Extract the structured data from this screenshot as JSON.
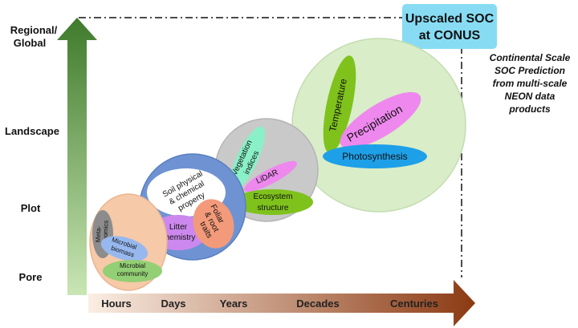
{
  "y_axis": {
    "levels": [
      "Regional/",
      "Global",
      "Landscape",
      "Plot",
      "Pore"
    ]
  },
  "x_axis": {
    "levels": [
      "Hours",
      "Days",
      "Years",
      "Decades",
      "Centuries"
    ]
  },
  "upscaled_box": [
    "Upscaled SOC",
    "at CONUS"
  ],
  "side_note": [
    "Continental Scale",
    "SOC Prediction",
    "from multi-scale",
    "NEON data",
    "products"
  ],
  "clusters": {
    "pore": {
      "items": [
        {
          "lines": [
            "Meta-",
            "genomics"
          ]
        },
        {
          "lines": [
            "Microbial",
            "biomass"
          ]
        },
        {
          "lines": [
            "Microbial",
            "community"
          ]
        }
      ]
    },
    "plot": {
      "items": [
        {
          "lines": [
            "Soil physical",
            "& chemical",
            "property"
          ]
        },
        {
          "lines": [
            "Litter",
            "chemistry"
          ]
        },
        {
          "lines": [
            "Foliar",
            "& root",
            "traits"
          ]
        }
      ]
    },
    "landscape": {
      "items": [
        {
          "lines": [
            "Vegetation",
            "indices"
          ]
        },
        {
          "lines": [
            "LiDAR"
          ]
        },
        {
          "lines": [
            "Ecosystem",
            "structure"
          ]
        }
      ]
    },
    "regional": {
      "items": [
        {
          "lines": [
            "Temperature"
          ]
        },
        {
          "lines": [
            "Precipitation"
          ]
        },
        {
          "lines": [
            "Photosynthesis"
          ]
        }
      ]
    }
  },
  "colors": {
    "y_arrow_top": "#3f7a2b",
    "y_arrow_bottom": "#c9e6b4",
    "x_arrow_left": "#fbeee4",
    "x_arrow_right": "#8b3a12",
    "pore_bg": "#f6c9a8",
    "plot_bg": "#6f93d2",
    "landscape_bg": "#c9c9c9",
    "regional_bg": "#d9edc9",
    "upscaled_box": "#87dcf3"
  }
}
